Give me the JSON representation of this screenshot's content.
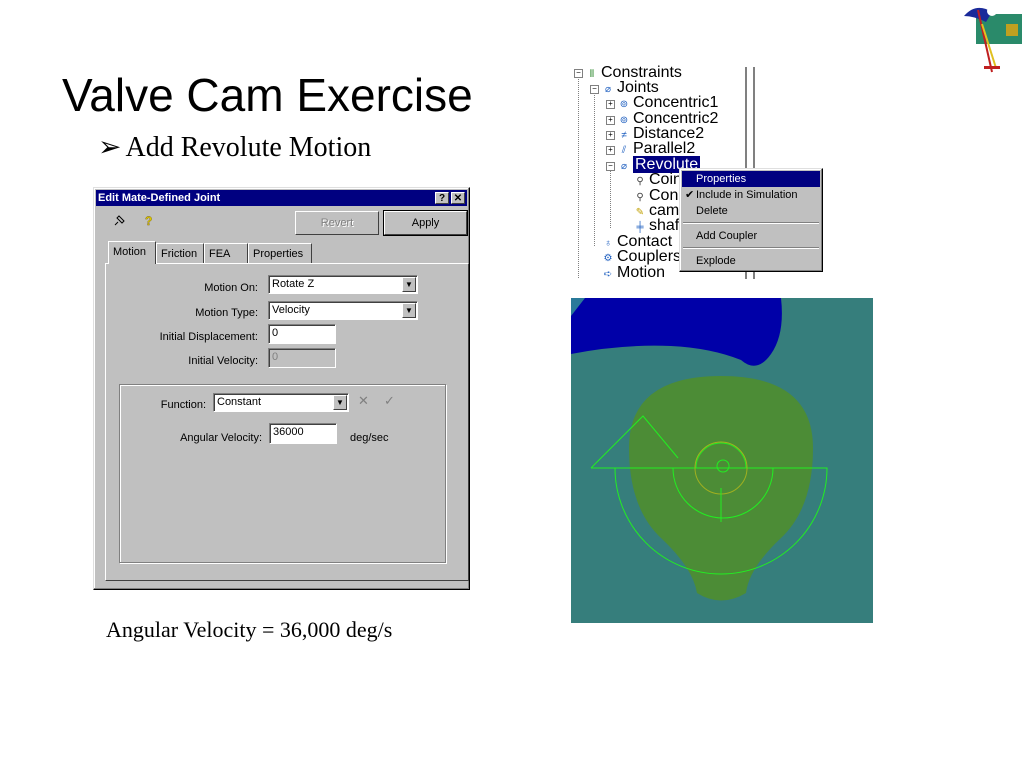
{
  "slide": {
    "title": "Valve Cam Exercise",
    "bullet": "Add Revolute Motion",
    "caption": "Angular Velocity = 36,000 deg/s"
  },
  "dialog": {
    "title": "Edit Mate-Defined Joint",
    "help_btn": "?",
    "close_btn": "✕",
    "pin_icon": "pushpin-icon",
    "help_icon": "question-mark-icon",
    "revert_label": "Revert",
    "apply_label": "Apply",
    "tabs": [
      {
        "label": "Motion",
        "active": true
      },
      {
        "label": "Friction",
        "active": false
      },
      {
        "label": "FEA",
        "active": false
      },
      {
        "label": "Properties",
        "active": false
      }
    ],
    "motion_on_label": "Motion On:",
    "motion_on_value": "Rotate Z",
    "motion_type_label": "Motion Type:",
    "motion_type_value": "Velocity",
    "initial_displacement_label": "Initial Displacement:",
    "initial_displacement_value": "0",
    "initial_velocity_label": "Initial Velocity:",
    "initial_velocity_value": "0",
    "function_label": "Function:",
    "function_value": "Constant",
    "angular_velocity_label": "Angular Velocity:",
    "angular_velocity_value": "36000",
    "angular_velocity_unit": "deg/sec"
  },
  "tree": {
    "items": [
      {
        "label": "Constraints",
        "icon": "constraints-icon"
      },
      {
        "label": "Joints",
        "icon": "joints-icon"
      },
      {
        "label": "Concentric1",
        "icon": "concentric-icon"
      },
      {
        "label": "Concentric2",
        "icon": "concentric-icon"
      },
      {
        "label": "Distance2",
        "icon": "distance-icon"
      },
      {
        "label": "Parallel2",
        "icon": "parallel-icon"
      },
      {
        "label": "Revolute",
        "icon": "revolute-icon"
      },
      {
        "label": "Coinc",
        "icon": "coincident-icon"
      },
      {
        "label": "Conc",
        "icon": "concentric-icon"
      },
      {
        "label": "cams",
        "icon": "cam-icon"
      },
      {
        "label": "shaft_",
        "icon": "shaft-icon"
      },
      {
        "label": "Contact",
        "icon": "contact-icon"
      },
      {
        "label": "Couplers",
        "icon": "couplers-icon"
      },
      {
        "label": "Motion",
        "icon": "motion-icon"
      }
    ]
  },
  "context_menu": {
    "items": [
      {
        "label": "Properties",
        "highlighted": true
      },
      {
        "label": "Include in Simulation",
        "checked": true
      },
      {
        "label": "Delete"
      },
      {
        "label": "Add Coupler"
      },
      {
        "label": "Explode"
      }
    ]
  },
  "colors": {
    "titlebar": "#000080",
    "viewport_bg": "#367e7c",
    "cam": "#4c8c36",
    "blue_part": "#0000a8",
    "wire": "#22ee22"
  }
}
